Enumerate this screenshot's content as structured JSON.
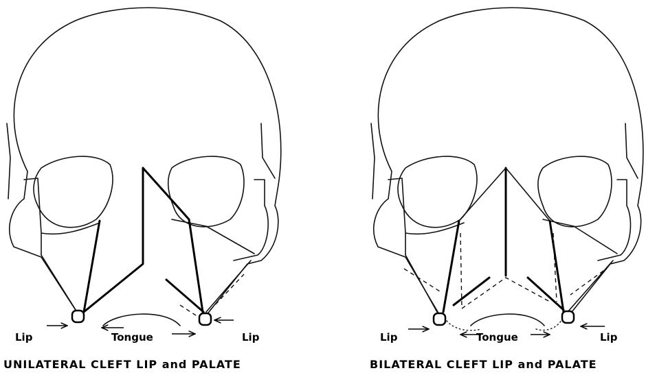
{
  "panels": [
    {
      "caption": "UNILATERAL CLEFT LIP and PALATE",
      "labels": {
        "lip_left": "Lip",
        "lip_right": "Lip",
        "tongue": "Tongue"
      }
    },
    {
      "caption": "BILATERAL CLEFT LIP and PALATE",
      "labels": {
        "lip_left": "Lip",
        "lip_right": "Lip",
        "tongue": "Tongue"
      }
    }
  ]
}
